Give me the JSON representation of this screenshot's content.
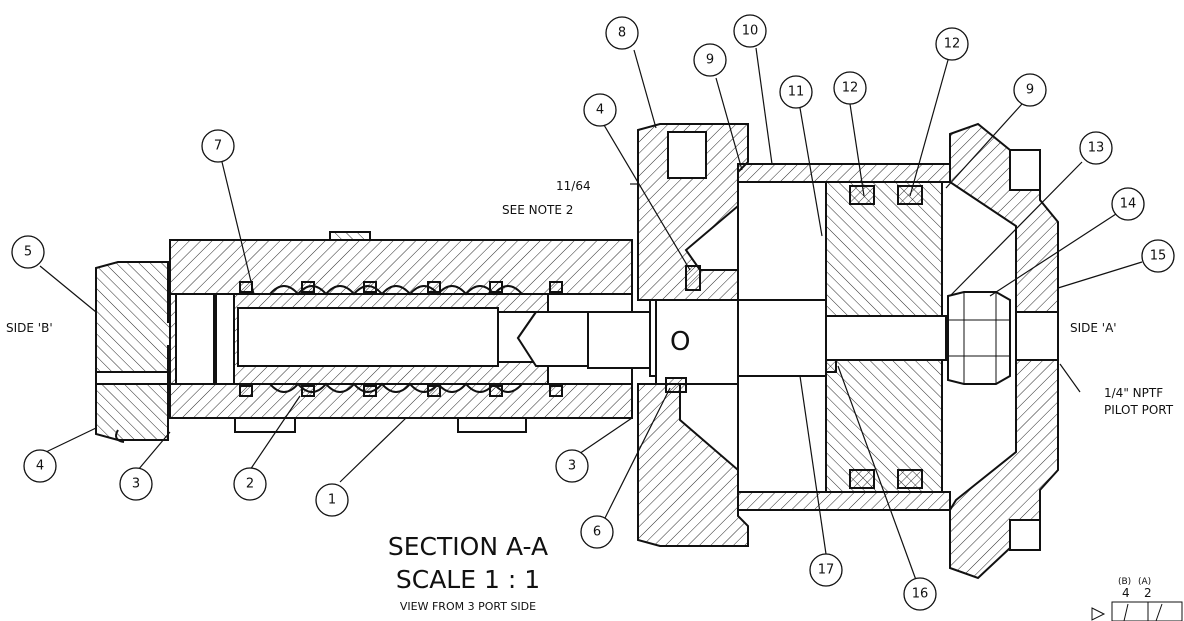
{
  "title": {
    "line1": "SECTION A-A",
    "line2": "SCALE 1 : 1",
    "line3": "VIEW FROM 3 PORT SIDE"
  },
  "labels": {
    "side_b": "SIDE 'B'",
    "side_a": "SIDE 'A'",
    "dim": "11/64",
    "note": "SEE NOTE 2",
    "port_line1": "1/4\" NPTF",
    "port_line2": "PILOT PORT",
    "hole_mark": "O",
    "port_b": "(B)",
    "port_a": "(A)",
    "num_4": "4",
    "num_2": "2"
  },
  "balloons": {
    "b1": "1",
    "b2": "2",
    "b3a": "3",
    "b3b": "3",
    "b4a": "4",
    "b4b": "4",
    "b5": "5",
    "b6": "6",
    "b7": "7",
    "b8": "8",
    "b9a": "9",
    "b9b": "9",
    "b10": "10",
    "b11": "11",
    "b12a": "12",
    "b12b": "12",
    "b13": "13",
    "b14": "14",
    "b15": "15",
    "b16": "16",
    "b17": "17"
  }
}
